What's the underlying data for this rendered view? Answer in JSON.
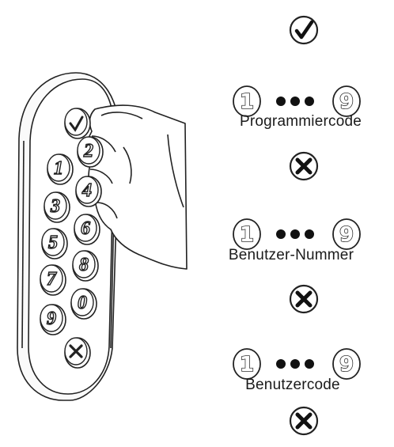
{
  "steps": [
    {
      "type": "confirm",
      "icon": "check-circle-icon"
    },
    {
      "type": "code",
      "from": "1",
      "dots": "•••",
      "to": "9",
      "label": "Programmiercode"
    },
    {
      "type": "cancel",
      "icon": "x-circle-icon"
    },
    {
      "type": "code",
      "from": "1",
      "dots": "•••",
      "to": "9",
      "label": "Benutzer-Nummer"
    },
    {
      "type": "cancel",
      "icon": "x-circle-icon"
    },
    {
      "type": "code",
      "from": "1",
      "dots": "•••",
      "to": "9",
      "label": "Benutzercode"
    },
    {
      "type": "cancel",
      "icon": "x-circle-icon"
    }
  ],
  "keypad": {
    "keys": [
      "1",
      "2",
      "3",
      "4",
      "5",
      "6",
      "7",
      "8",
      "9",
      "0"
    ],
    "top_key_icon": "check-key-icon",
    "bottom_key_icon": "x-key-icon"
  },
  "colors": {
    "line": "#222222",
    "digit_outline": "#333333"
  }
}
